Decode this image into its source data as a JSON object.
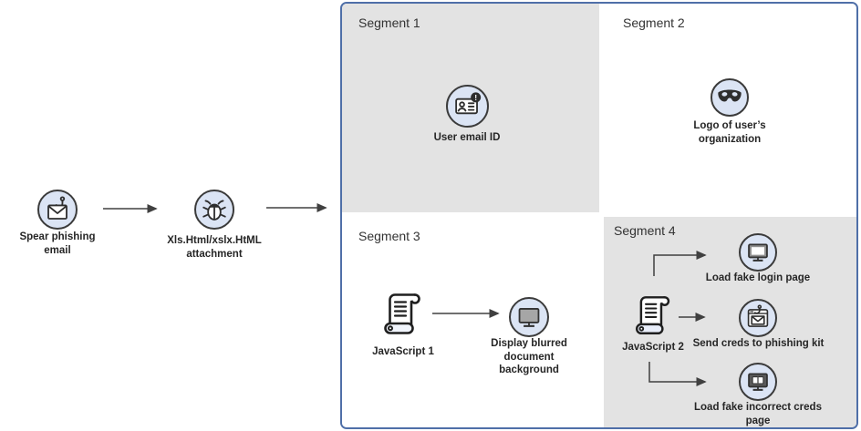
{
  "diagram_name": "Phishing attack flow",
  "colors": {
    "segment_gray": "#e3e3e3",
    "box_border_blue": "#4f6fa8",
    "icon_circle_fill": "#dbe4f4",
    "icon_stroke": "#2e2e2e",
    "arrow": "#404040",
    "text": "#262626"
  },
  "intro": {
    "spear_label": "Spear phishing email",
    "attachment_label": "Xls.Html/xslx.HtML attachment"
  },
  "segment1": {
    "title": "Segment 1",
    "user_email_label": "User email ID"
  },
  "segment2": {
    "title": "Segment 2",
    "logo_label": "Logo of user’s organization"
  },
  "segment3": {
    "title": "Segment 3",
    "js1_label": "JavaScript 1",
    "display_label": "Display blurred document background"
  },
  "segment4": {
    "title": "Segment 4",
    "js2_label": "JavaScript 2",
    "login_label": "Load fake login page",
    "creds_label": "Send creds to phishing kit",
    "incorrect_label": "Load fake incorrect creds page"
  }
}
